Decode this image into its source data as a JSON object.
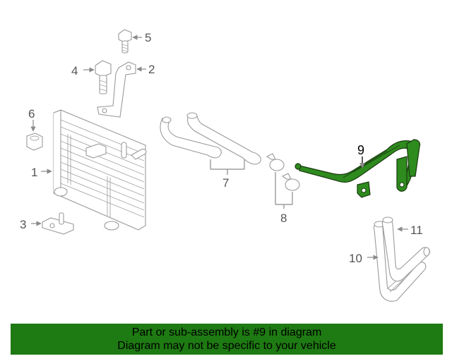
{
  "callouts": {
    "c1": "1",
    "c2": "2",
    "c3": "3",
    "c4": "4",
    "c5": "5",
    "c6": "6",
    "c7": "7",
    "c8": "8",
    "c9": "9",
    "c10": "10",
    "c11": "11"
  },
  "colors": {
    "highlight": "#2e8b1e",
    "banner": "#1e7a12",
    "line": "#8a8a8a"
  },
  "banner": {
    "line1": "Part or sub-assembly is #9 in diagram",
    "line2": "Diagram may not be specific to your vehicle"
  }
}
